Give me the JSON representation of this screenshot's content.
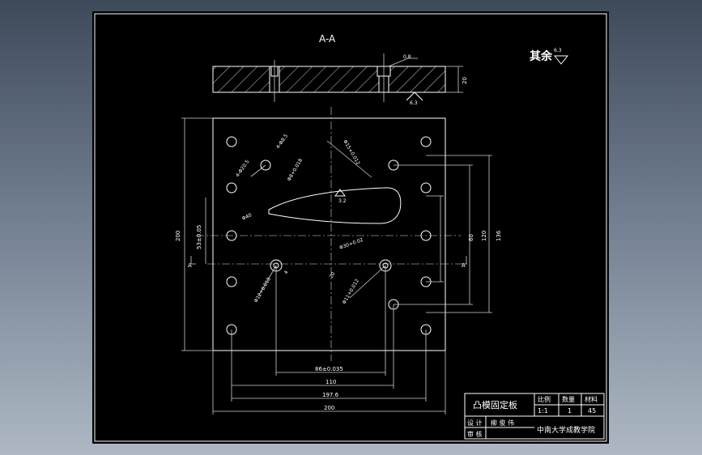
{
  "drawing": {
    "section_title": "A-A",
    "roughness_note": "其余",
    "roughness_value": "6.3",
    "thickness_dim": "20",
    "top_roughness_1": "0.8",
    "top_roughness_2": "6.3",
    "slot_roughness": "3.2",
    "dim_width_overall": "200",
    "dim_width_1": "197.6",
    "dim_width_2": "110",
    "dim_width_3": "86±0.035",
    "dim_height_overall": "200",
    "dim_height_left": "53±0.05",
    "dim_right_1": "60",
    "dim_right_2": "120",
    "dim_right_3": "136",
    "hole_note_1": "4-Φ20.5",
    "hole_note_2": "4-Φ8.5",
    "hole_note_3": "Φ8+0.018",
    "hole_note_4": "Φ40",
    "hole_note_5": "Φ15+0.012",
    "hole_note_6": "Φ30+0.02",
    "hole_note_7": "Φ12+0.018",
    "hole_note_8": "Φ11+0.012",
    "hole_note_9": "4",
    "hole_note_10": "20",
    "section_mark": "A"
  },
  "titleblock": {
    "part_name": "凸模固定板",
    "scale_label": "比例",
    "qty_label": "数量",
    "material_label": "材料",
    "scale_value": "1:1",
    "qty_value": "1",
    "material_value": "45",
    "designer_label": "设 计",
    "designer_name": "柳 俊 伟",
    "checker_label": "审 核",
    "school": "中南大学成教学院"
  },
  "colors": {
    "background_top": "#3e4a5a",
    "background_bottom": "#aeb8c4",
    "sheet": "#000000",
    "lines": "#ffffff"
  }
}
